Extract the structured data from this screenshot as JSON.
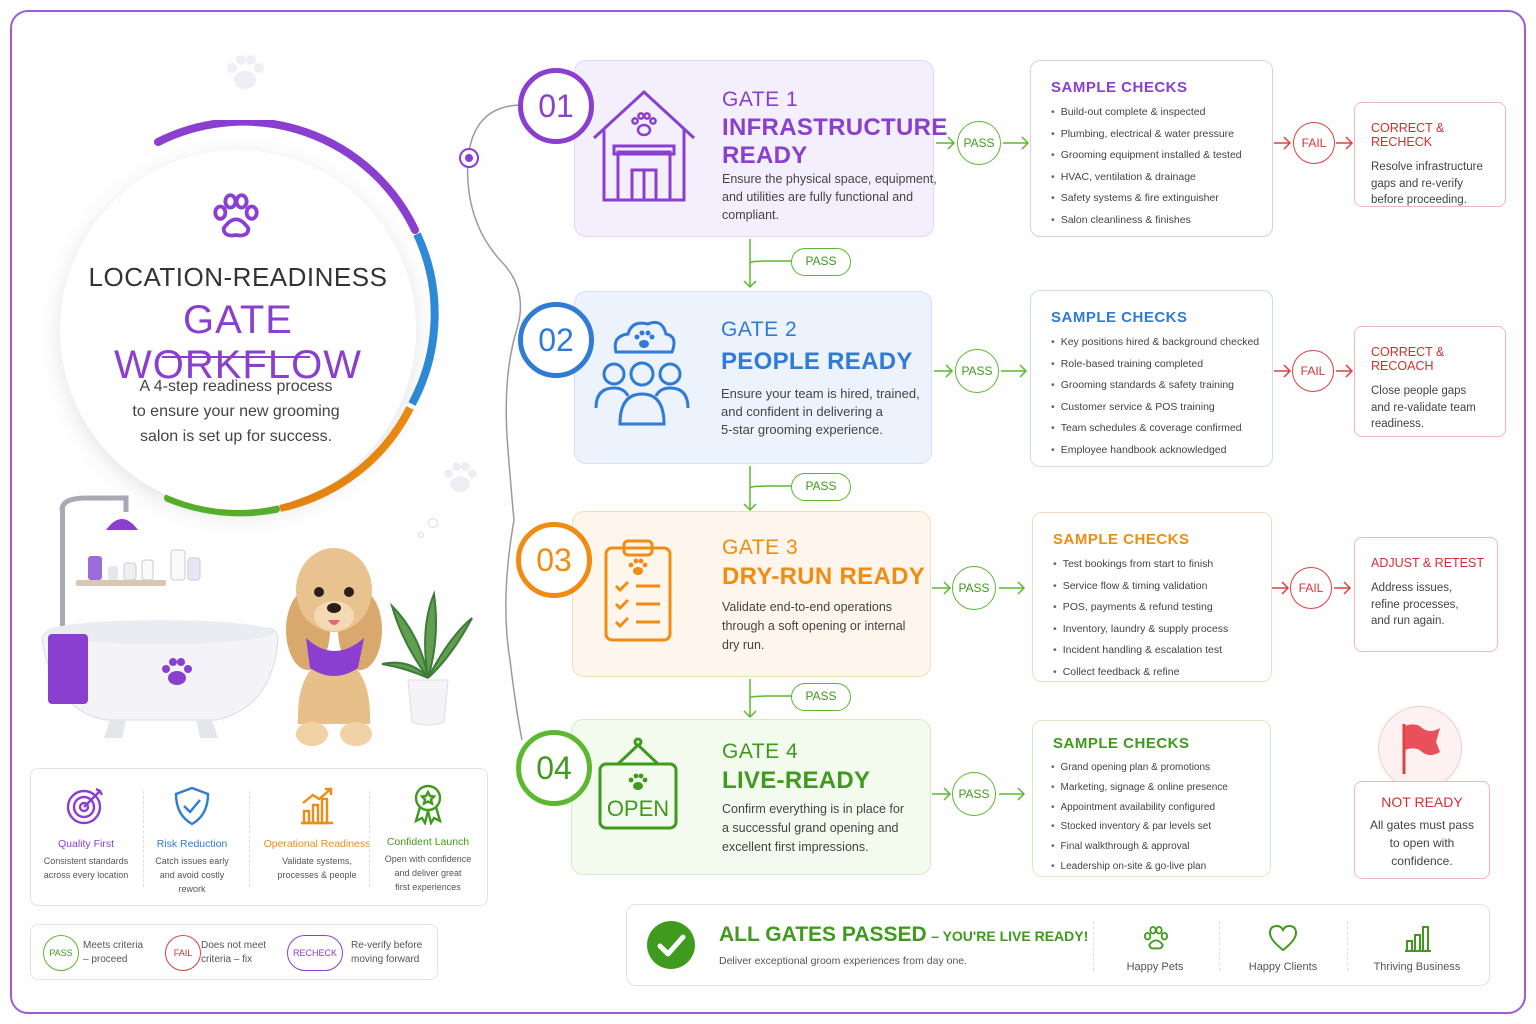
{
  "title": {
    "line1": "LOCATION-READINESS",
    "line2": "GATE WORKFLOW",
    "subtitle_lines": [
      "A 4-step readiness process",
      "to ensure your new grooming",
      "salon is set up for success."
    ]
  },
  "colors": {
    "purple": "#8a3fd1",
    "blue": "#2f7bd6",
    "orange": "#f08c12",
    "green": "#5cb82e",
    "red": "#d32f2f",
    "pass_green": "#3f9a1d"
  },
  "gates": [
    {
      "number": "01",
      "label": "GATE 1",
      "title_lines": [
        "INFRASTRUCTURE",
        "READY"
      ],
      "desc_lines": [
        "Ensure the physical space, equipment,",
        "and utilities are fully functional and",
        "compliant."
      ],
      "icon": "house-paw-icon",
      "checks_title": "SAMPLE CHECKS",
      "checks": [
        "Build-out complete & inspected",
        "Plumbing, electrical & water pressure",
        "Grooming equipment installed & tested",
        "HVAC, ventilation & drainage",
        "Safety systems & fire extinguisher",
        "Salon cleanliness & finishes"
      ],
      "fail_title": "CORRECT & RECHECK",
      "fail_desc_lines": [
        "Resolve infrastructure",
        "gaps and re-verify",
        "before proceeding."
      ]
    },
    {
      "number": "02",
      "label": "GATE 2",
      "title_lines": [
        "PEOPLE READY"
      ],
      "desc_lines": [
        "Ensure your team is hired, trained,",
        "and confident in delivering a",
        "5-star grooming experience."
      ],
      "icon": "team-icon",
      "checks_title": "SAMPLE CHECKS",
      "checks": [
        "Key positions hired & background checked",
        "Role-based training completed",
        "Grooming standards & safety training",
        "Customer service & POS training",
        "Team schedules & coverage confirmed",
        "Employee handbook acknowledged"
      ],
      "fail_title": "CORRECT & RECOACH",
      "fail_desc_lines": [
        "Close people gaps",
        "and re-validate team",
        "readiness."
      ]
    },
    {
      "number": "03",
      "label": "GATE 3",
      "title_lines": [
        "DRY-RUN READY"
      ],
      "desc_lines": [
        "Validate end-to-end operations",
        "through a soft opening or internal",
        "dry run."
      ],
      "icon": "clipboard-checklist-icon",
      "checks_title": "SAMPLE CHECKS",
      "checks": [
        "Test bookings from start to finish",
        "Service flow & timing validation",
        "POS, payments & refund testing",
        "Inventory, laundry & supply process",
        "Incident handling & escalation test",
        "Collect feedback & refine"
      ],
      "fail_title": "ADJUST & RETEST",
      "fail_desc_lines": [
        "Address issues,",
        "refine processes,",
        "and run again."
      ]
    },
    {
      "number": "04",
      "label": "GATE 4",
      "title_lines": [
        "LIVE-READY"
      ],
      "desc_lines": [
        "Confirm everything is in place for",
        "a successful grand opening and",
        "excellent first impressions."
      ],
      "icon": "open-sign-icon",
      "icon_text": "OPEN",
      "checks_title": "SAMPLE CHECKS",
      "checks": [
        "Grand opening plan & promotions",
        "Marketing, signage & online presence",
        "Appointment availability configured",
        "Stocked inventory & par levels set",
        "Final walkthrough & approval",
        "Leadership on-site & go-live plan"
      ]
    }
  ],
  "pass_label": "PASS",
  "fail_label": "FAIL",
  "not_ready": {
    "title": "NOT READY",
    "desc_lines": [
      "All gates must pass",
      "to open with",
      "confidence."
    ]
  },
  "benefits": [
    {
      "icon": "target-icon",
      "title": "Quality First",
      "desc_lines": [
        "Consistent standards",
        "across every location"
      ],
      "color": "#8a3fd1"
    },
    {
      "icon": "shield-check-icon",
      "title": "Risk Reduction",
      "desc_lines": [
        "Catch issues early",
        "and avoid costly",
        "rework"
      ],
      "color": "#2f7bd6"
    },
    {
      "icon": "bar-chart-up-icon",
      "title": "Operational Readiness",
      "desc_lines": [
        "Validate systems,",
        "processes & people"
      ],
      "color": "#f08c12"
    },
    {
      "icon": "award-ribbon-icon",
      "title": "Confident Launch",
      "desc_lines": [
        "Open with confidence",
        "and deliver great",
        "first experiences"
      ],
      "color": "#3f9a1d"
    }
  ],
  "legend": [
    {
      "badge": "PASS",
      "text_lines": [
        "Meets criteria",
        "– proceed"
      ],
      "color": "#3f9a1d"
    },
    {
      "badge": "FAIL",
      "text_lines": [
        "Does not meet",
        "criteria – fix"
      ],
      "color": "#d32f2f"
    },
    {
      "badge": "RECHECK",
      "text_lines": [
        "Re-verify before",
        "moving forward"
      ],
      "color": "#8a3fd1"
    }
  ],
  "final": {
    "headline": "ALL GATES PASSED",
    "headline_suffix": "– YOU'RE LIVE READY!",
    "sub": "Deliver exceptional groom experiences from day one.",
    "items": [
      {
        "icon": "paw-icon",
        "label": "Happy Pets"
      },
      {
        "icon": "heart-icon",
        "label": "Happy Clients"
      },
      {
        "icon": "bar-chart-icon",
        "label": "Thriving Business"
      }
    ]
  }
}
